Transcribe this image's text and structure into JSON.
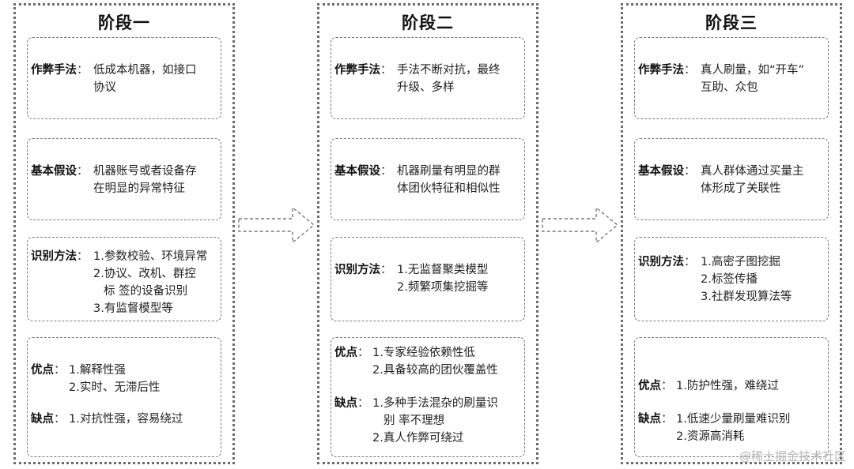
{
  "stages": [
    {
      "title": "阶段一",
      "cheat_label": "作弊手法",
      "cheat_lines": [
        "低成本机器，如接口",
        "协议"
      ],
      "assume_label": "基本假设",
      "assume_lines": [
        "机器账号或者设备存",
        "在明显的异常特征"
      ],
      "method_label": "识别方法",
      "method_lines": [
        "1.参数校验、环境异常",
        "2.协议、改机、群控",
        "标 签的设备识别",
        "3.有监督模型等"
      ],
      "pro_label": "优点",
      "pro_lines": [
        "1.解释性强",
        "2.实时、无滞后性"
      ],
      "con_label": "缺点",
      "con_lines": [
        "1.对抗性强，容易绕过"
      ]
    },
    {
      "title": "阶段二",
      "cheat_label": "作弊手法",
      "cheat_lines": [
        "手法不断对抗，最终",
        "升级、多样"
      ],
      "assume_label": "基本假设",
      "assume_lines": [
        "机器刷量有明显的群",
        "体团伙特征和相似性"
      ],
      "method_label": "识别方法",
      "method_lines": [
        "1.无监督聚类模型",
        "2.频繁项集挖掘等"
      ],
      "pro_label": "优点",
      "pro_lines": [
        "1.专家经验依赖性低",
        "2.具备较高的团伙覆盖性"
      ],
      "con_label": "缺点",
      "con_lines": [
        "1.多种手法混杂的刷量识",
        "别 率不理想",
        "2.真人作弊可绕过"
      ]
    },
    {
      "title": "阶段三",
      "cheat_label": "作弊手法",
      "cheat_lines": [
        "真人刷量，如“开车”",
        "互助、众包"
      ],
      "assume_label": "基本假设",
      "assume_lines": [
        "真人群体通过买量主",
        "体形成了关联性"
      ],
      "method_label": "识别方法",
      "method_lines": [
        "1.高密子图挖掘",
        "2.标签传播",
        "3.社群发现算法等"
      ],
      "pro_label": "优点",
      "pro_lines": [
        "1.防护性强，难绕过"
      ],
      "con_label": "缺点",
      "con_lines": [
        "1.低速少量刷量难识别",
        "2.资源高消耗"
      ]
    }
  ],
  "watermark": "@稀土掘金技术社区"
}
